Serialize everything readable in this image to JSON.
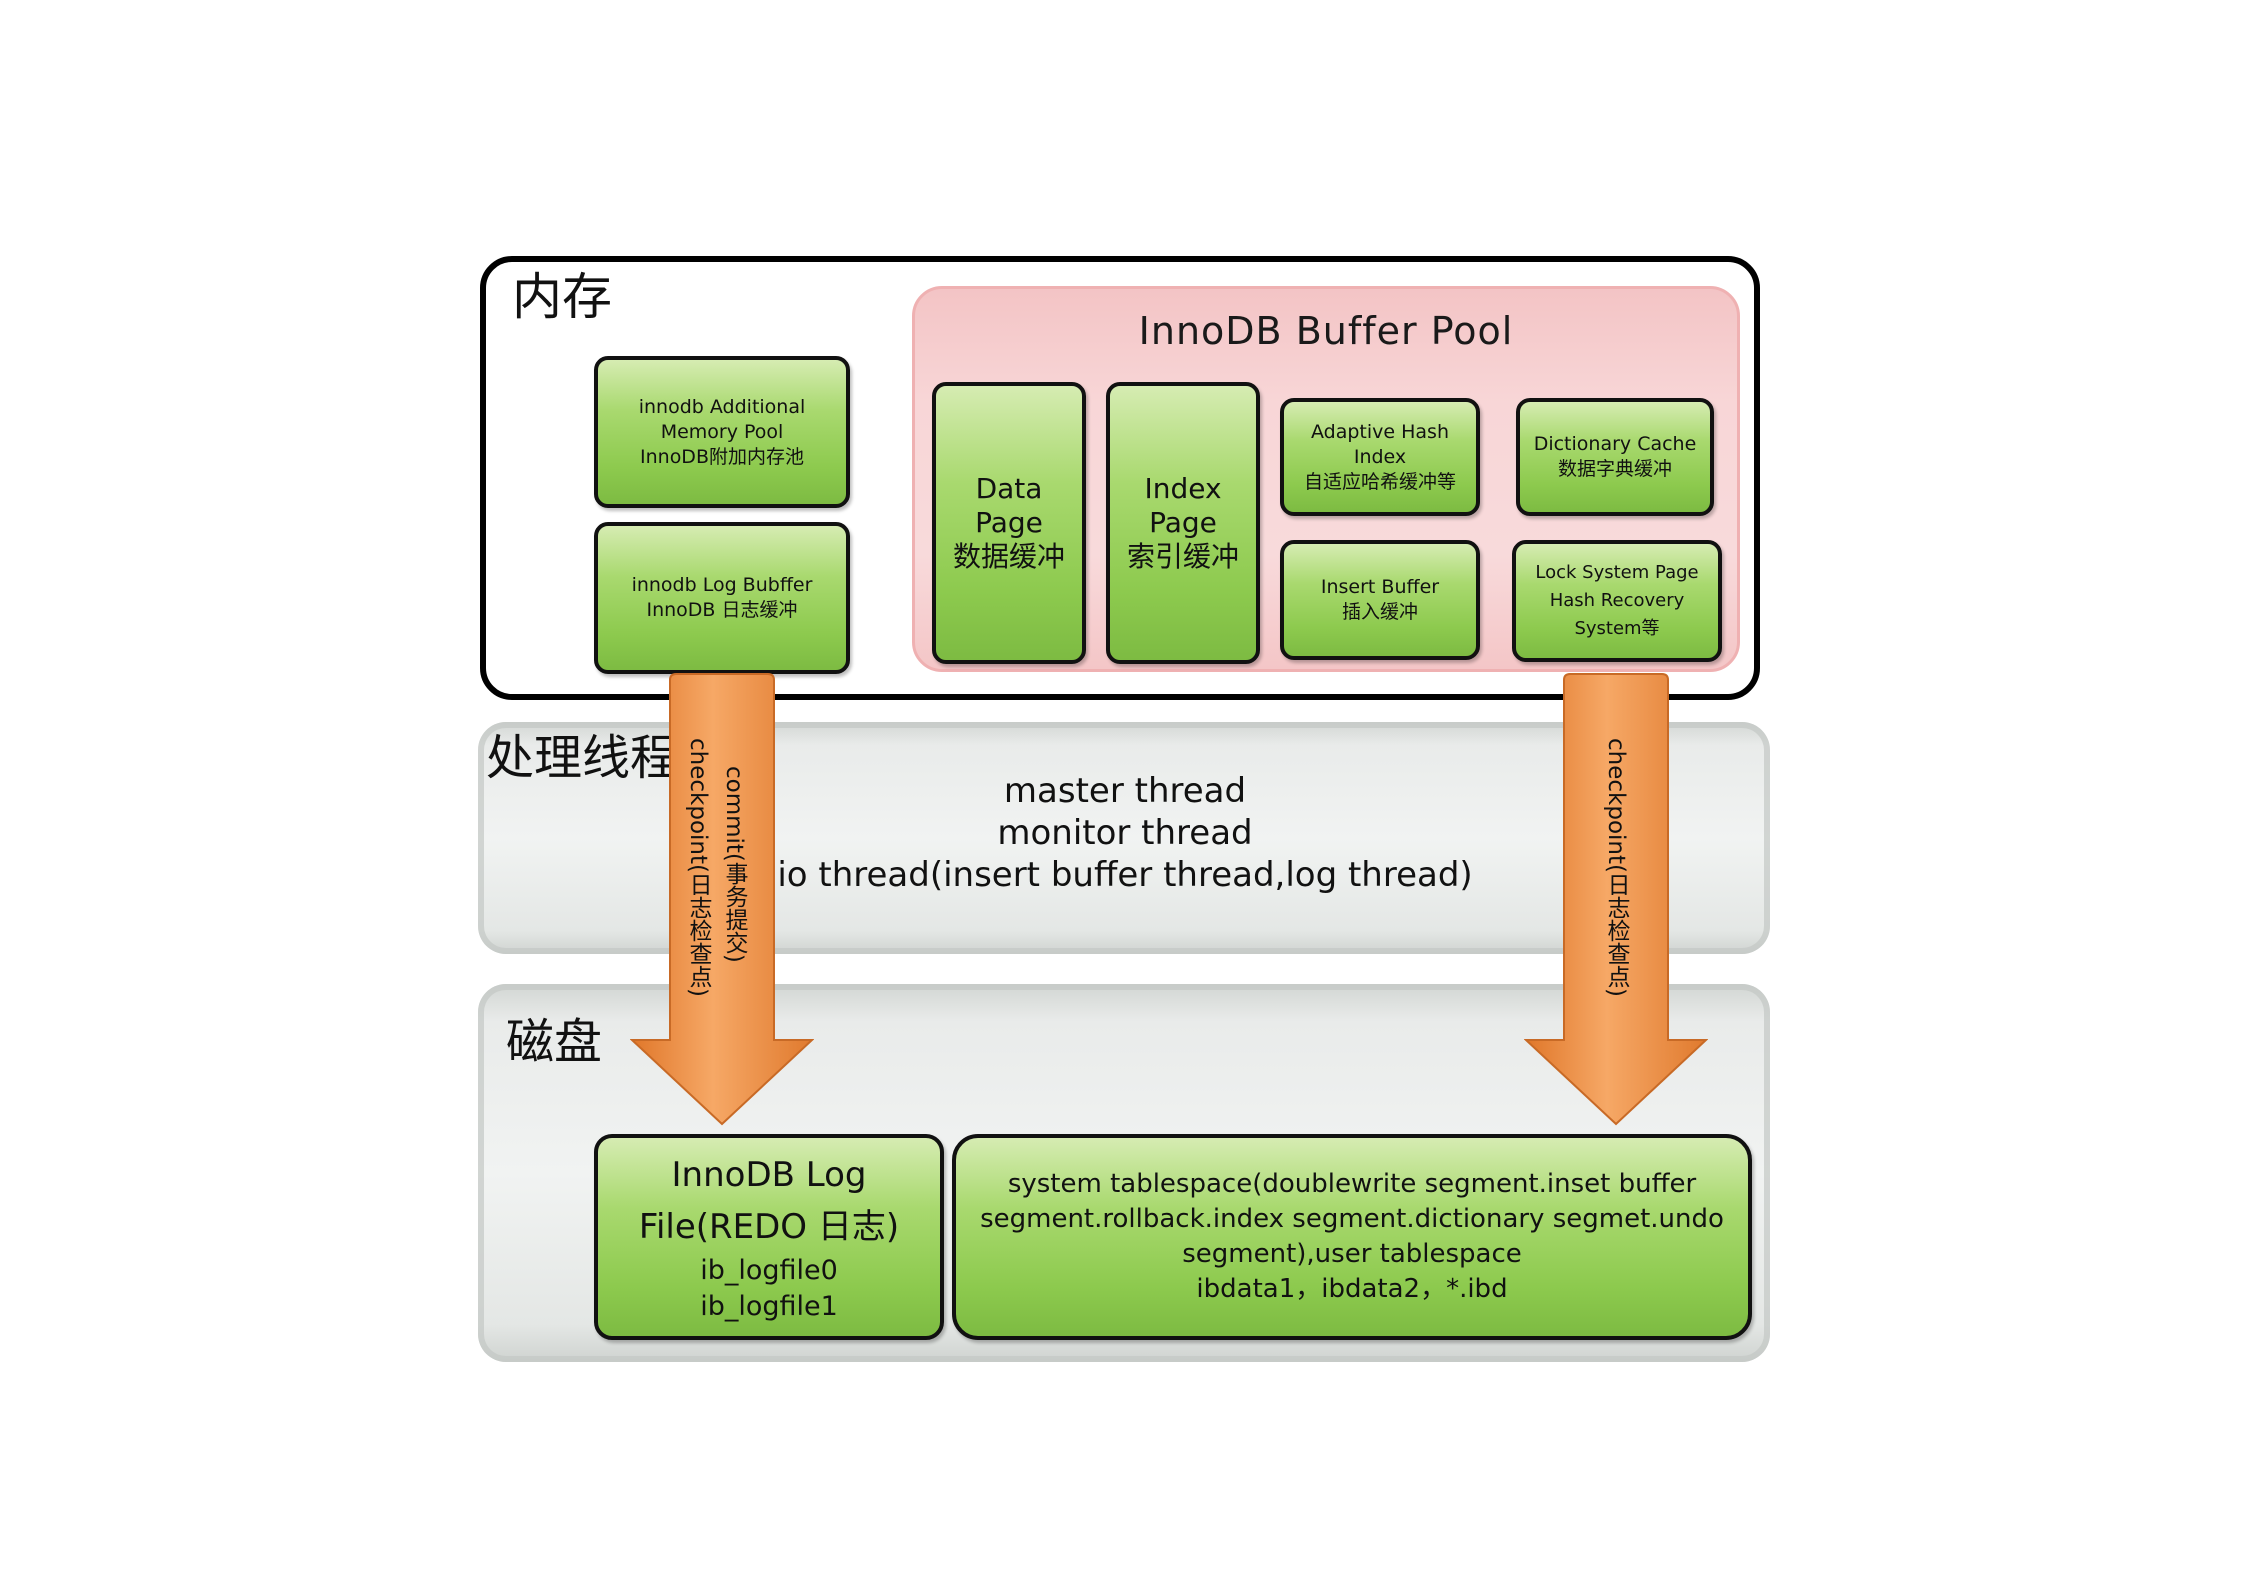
{
  "layers": {
    "memory_label": "内存",
    "process_label": "处理线程",
    "disk_label": "磁盘"
  },
  "memory": {
    "additional_pool": {
      "line1": "innodb Additional",
      "line2": "Memory Pool",
      "line3": "InnoDB附加内存池"
    },
    "log_buffer": {
      "line1": "innodb Log Bubffer",
      "line2": "InnoDB 日志缓冲"
    },
    "buffer_pool": {
      "title": "InnoDB Buffer Pool",
      "data_page": {
        "line1": "Data",
        "line2": "Page",
        "line3": "数据缓冲"
      },
      "index_page": {
        "line1": "Index",
        "line2": "Page",
        "line3": "索引缓冲"
      },
      "adaptive_hash": {
        "line1": "Adaptive Hash",
        "line2": "Index",
        "line3": "自适应哈希缓冲等"
      },
      "dictionary_cache": {
        "line1": "Dictionary Cache",
        "line2": "数据字典缓冲"
      },
      "insert_buffer": {
        "line1": "Insert Buffer",
        "line2": "插入缓冲"
      },
      "lock_system": {
        "line1": "Lock System Page",
        "line2": "Hash Recovery",
        "line3": "System等"
      }
    }
  },
  "threads": {
    "line1": "master thread",
    "line2": "monitor thread",
    "line3": "io thread(insert buffer thread,log thread)"
  },
  "arrows": {
    "left_label_outer": "commit(事务提交)",
    "left_label_inner": "checkpoint(日志检查点)",
    "right_label": "checkpoint(日志检查点)",
    "color": "#ef8e3d"
  },
  "disk": {
    "log_file": {
      "line1": "InnoDB Log",
      "line2": "File(REDO 日志)",
      "line3": "ib_logfile0",
      "line4": "ib_logfile1"
    },
    "tablespace": {
      "line1": "system tablespace(doublewrite segment.inset buffer",
      "line2": "segment.rollback.index segment.dictionary segmet.undo",
      "line3": "segment),user tablespace",
      "line4": "ibdata1，ibdata2，*.ibd"
    }
  },
  "colors": {
    "green_box": "#8dca4e",
    "buffer_pool_bg": "#f8d6d7",
    "layer_bg": "#eceeed"
  }
}
